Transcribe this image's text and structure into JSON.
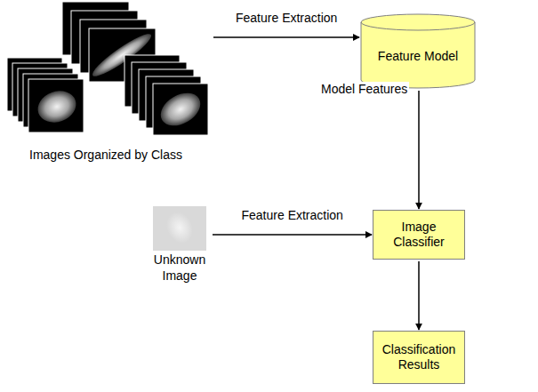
{
  "diagram": {
    "nodes": [
      {
        "text": [
          "Images Organized by Class"
        ]
      },
      {
        "text": [
          "Feature Model"
        ]
      },
      {
        "text": [
          "Unknown Image"
        ]
      },
      {
        "text": [
          "Image Classifier"
        ]
      },
      {
        "text": [
          "Classification Results"
        ]
      }
    ],
    "edges": [
      {
        "from": 0,
        "to": 1,
        "arrow": "to",
        "label": "Feature Extraction"
      },
      {
        "from": 1,
        "to": 3,
        "arrow": "to",
        "label": "Model Features"
      },
      {
        "from": 2,
        "to": 3,
        "arrow": "to",
        "label": "Feature Extraction"
      },
      {
        "from": 3,
        "to": 4,
        "arrow": "to"
      }
    ]
  }
}
